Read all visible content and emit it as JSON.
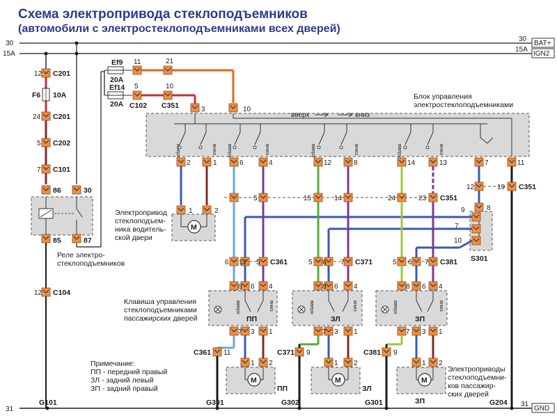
{
  "title": "Схема электропривода стеклоподъемников",
  "subtitle": "(автомобили с электростеклоподъемниками всех дверей)",
  "buses": {
    "b30_left": "30",
    "b30_right": "30",
    "b30_tag": "BAT+",
    "b15_left": "15A",
    "b15_right": "15A",
    "b15_tag": "IGN2",
    "b31_left": "31",
    "b31_right": "31",
    "b31_tag": "GND"
  },
  "left_chain": {
    "c201_pin_top": "12",
    "c201_top": "C201",
    "fuse_f6": "F6",
    "fuse_f6_rating": "10A",
    "c201_pin_bot": "24",
    "c201_bot": "C201",
    "c202_pin": "5",
    "c202": "C202",
    "c101_pin": "7",
    "c101": "C101",
    "relay_pin_86": "86",
    "relay_pin_30": "30",
    "relay_pin_85": "85",
    "relay_pin_87": "87",
    "relay_label_1": "Реле электро-",
    "relay_label_2": "стеклоподъемников",
    "c104_pin": "12",
    "c104": "C104",
    "ground_g101": "G101"
  },
  "fuses": {
    "ef9": "Ef9",
    "ef9_rating": "20A",
    "ef9_pin": "11",
    "ef9_pin2": "21",
    "ef14": "Ef14",
    "ef14_rating": "20A",
    "ef14_pin": "5",
    "ef14_pin2": "10",
    "c102": "C102",
    "c351": "C351"
  },
  "control_unit": {
    "label_1": "Блок управления",
    "label_2": "электростеклоподъемниками",
    "pin_in_3": "3",
    "pin_in_10": "10",
    "up_label": "вверх",
    "down_label": "вниз",
    "sw_up": "вверх",
    "sw_down": "вниз",
    "pins_bottom": [
      "2",
      "1",
      "6",
      "4",
      "12",
      "8",
      "14",
      "13",
      "7",
      "11"
    ]
  },
  "c351_row": {
    "pins": [
      "5",
      "15",
      "14",
      "24",
      "23"
    ],
    "connector": "C351",
    "right_pins": [
      "12",
      "19"
    ],
    "right_connector": "C351"
  },
  "driver_motor": {
    "pin_1": "1",
    "pin_2": "2",
    "label_1": "Электропривод",
    "label_2": "стеклоподъем-",
    "label_3": "ника водитель-",
    "label_4": "ской двери",
    "motor_symbol": "M"
  },
  "s301": {
    "label": "S301",
    "pins": [
      "8",
      "9",
      "7",
      "10"
    ]
  },
  "door_connectors": [
    {
      "pins": [
        "6",
        "12",
        "5"
      ],
      "name": "C361",
      "bottom_name": "C361",
      "bottom_pin": "11",
      "ground": "G301"
    },
    {
      "pins": [
        "5",
        "6",
        "7"
      ],
      "name": "C371",
      "bottom_name": "C371",
      "bottom_pin": "9",
      "ground": "G302"
    },
    {
      "pins": [
        "5",
        "6",
        "7"
      ],
      "name": "C381",
      "bottom_name": "C381",
      "bottom_pin": "9",
      "ground": "G301"
    }
  ],
  "door_switches": [
    {
      "code": "ПП",
      "pins_top": [
        "8",
        "6",
        "4"
      ],
      "pins_bottom": [
        "7",
        "3",
        "1"
      ]
    },
    {
      "code": "ЗЛ",
      "pins_top": [
        "8",
        "6",
        "4"
      ],
      "pins_bottom": [
        "7",
        "3",
        "1"
      ]
    },
    {
      "code": "ЗП",
      "pins_top": [
        "8",
        "6",
        "4"
      ],
      "pins_bottom": [
        "7",
        "3",
        "1"
      ]
    }
  ],
  "door_motors": [
    {
      "code": "ПП",
      "pin_1": "1",
      "pin_2": "2",
      "symbol": "M"
    },
    {
      "code": "ЗЛ",
      "pin_1": "1",
      "pin_2": "2",
      "symbol": "M"
    },
    {
      "code": "ЗП",
      "pin_1": "1",
      "pin_2": "2",
      "symbol": "M"
    }
  ],
  "switch_label": {
    "l1": "Клавиша управления",
    "l2": "стеклоподъемниками",
    "l3": "пассажирских дверей"
  },
  "passenger_motors_label": {
    "l1": "Электроприводы",
    "l2": "стеклоподъемни-",
    "l3": "ков пассажир-",
    "l4": "ских дверей"
  },
  "ground_g204": "G204",
  "note": {
    "title": "Примечание:",
    "l1": "ПП - передний правый",
    "l2": "ЗЛ - задний левый",
    "l3": "ЗП - задний правый"
  },
  "colors": {
    "red": "#c2303a",
    "brown": "#7a2d2d",
    "orange": "#e0671f",
    "blue": "#3b57b8",
    "lightblue": "#6aa6dd",
    "purple": "#7d3a8f",
    "green": "#5aa83c",
    "lime": "#9bc93a",
    "black": "#1a1a1a",
    "gray": "#777777",
    "connector": "#e8914a"
  }
}
